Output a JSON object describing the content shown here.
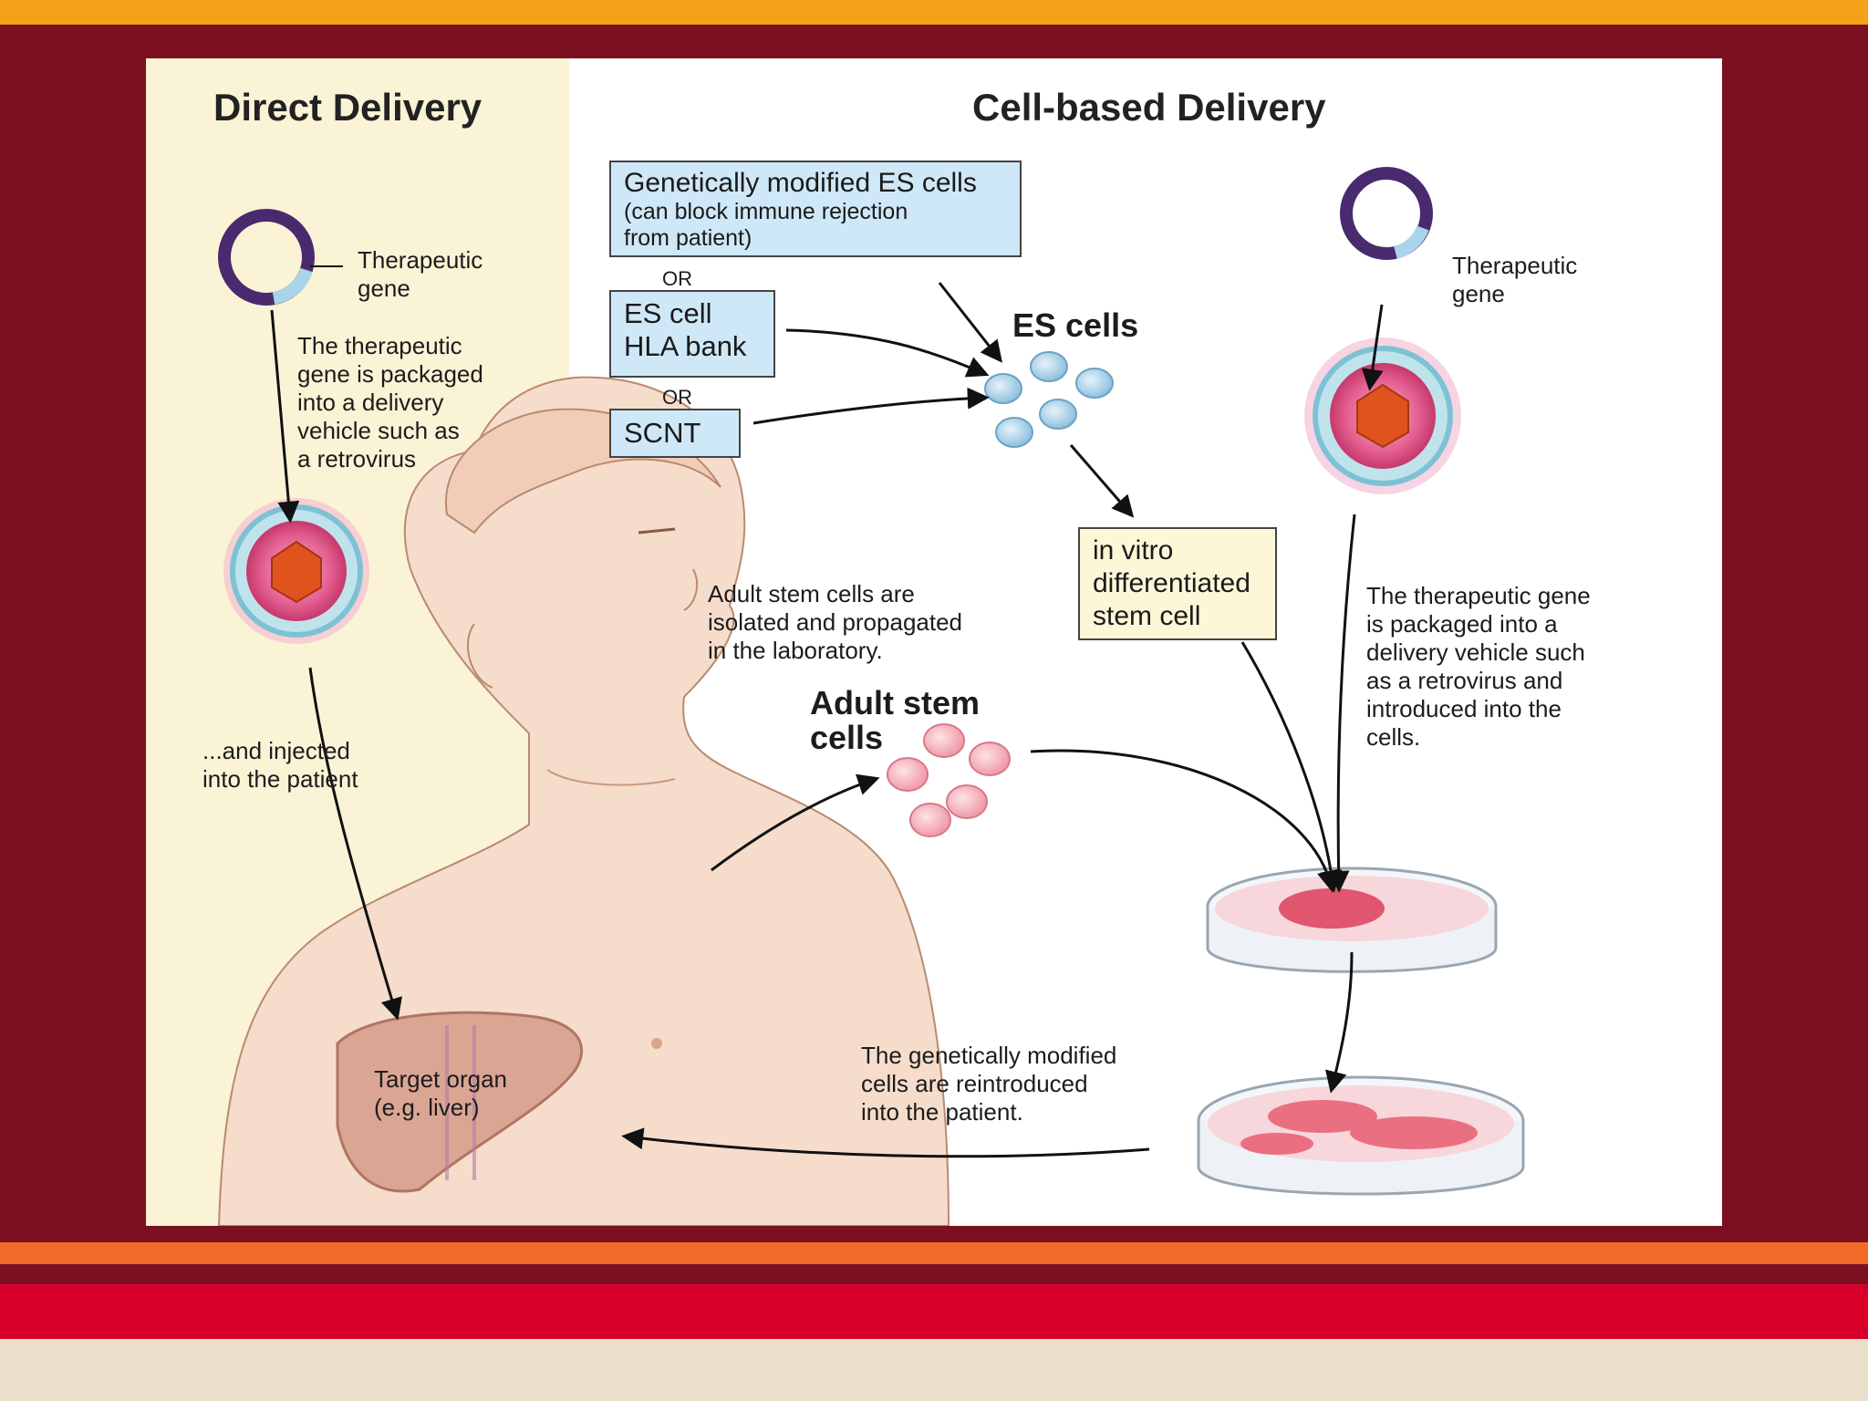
{
  "headings": {
    "direct": "Direct Delivery",
    "cell_based": "Cell-based Delivery"
  },
  "direct": {
    "gene_label": "Therapeutic\ngene",
    "packaged_text": "The therapeutic\ngene is packaged\ninto a delivery\nvehicle such as\na retrovirus",
    "injected_text": "...and injected\ninto the patient",
    "target_text": "Target organ\n(e.g. liver)"
  },
  "cell": {
    "box_es_modified_title": "Genetically modified ES cells",
    "box_es_modified_sub": "(can block immune rejection\nfrom patient)",
    "or_1": "OR",
    "box_hla": "ES cell\nHLA bank",
    "or_2": "OR",
    "box_scnt": "SCNT",
    "es_cells_label": "ES cells",
    "in_vitro_box": "in vitro\ndifferentiated\nstem cell",
    "gene_label_right": "Therapeutic\ngene",
    "adult_isolated_text": "Adult stem cells are\nisolated and propagated\nin the laboratory.",
    "adult_cells_label": "Adult stem\ncells",
    "packaged_right_text": "The therapeutic gene\nis packaged into a\ndelivery vehicle such\nas a retrovirus and\nintroduced into the\ncells.",
    "reintroduced_text": "The genetically modified\ncells are reintroduced\ninto the patient."
  },
  "colors": {
    "frame_maroon": "#7a1020",
    "top_band": "#f5a21a",
    "plasmid_purple": "#4a2a6e",
    "plasmid_gene": "#a9d4ea",
    "box_blue": "#cfe8f7",
    "box_yellow": "#fdf7d8",
    "skin": "#f6dccb"
  }
}
